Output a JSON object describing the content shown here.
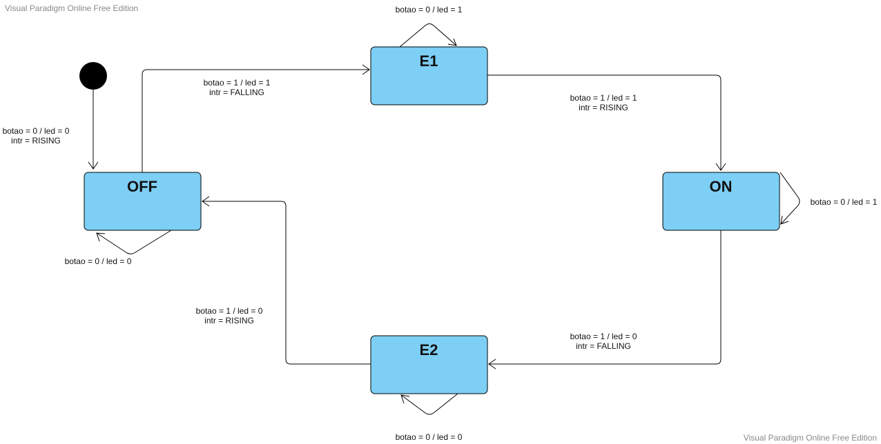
{
  "watermark": {
    "top": "Visual Paradigm Online Free Edition",
    "bottom": "Visual Paradigm Online Free Edition"
  },
  "colors": {
    "state_fill": "#7dcff5",
    "state_stroke": "#000000",
    "initial_node": "#000000",
    "edge": "#000000"
  },
  "states": {
    "off": {
      "name": "OFF"
    },
    "e1": {
      "name": "E1"
    },
    "on": {
      "name": "ON"
    },
    "e2": {
      "name": "E2"
    }
  },
  "transitions": {
    "initial_to_off": {
      "line1": "botao = 0 / led = 0",
      "line2": "intr = RISING"
    },
    "off_to_e1": {
      "line1": "botao = 1 / led = 1",
      "line2": "intr = FALLING"
    },
    "e1_to_on": {
      "line1": "botao = 1 / led = 1",
      "line2": "intr = RISING"
    },
    "on_to_e2": {
      "line1": "botao = 1 / led = 0",
      "line2": "intr = FALLING"
    },
    "e2_to_off": {
      "line1": "botao = 1 / led = 0",
      "line2": "intr = RISING"
    },
    "e1_self": {
      "line1": "botao = 0 / led = 1"
    },
    "on_self": {
      "line1": "botao = 0 / led = 1"
    },
    "off_self": {
      "line1": "botao = 0 / led = 0"
    },
    "e2_self": {
      "line1": "botao = 0 / led = 0"
    }
  }
}
